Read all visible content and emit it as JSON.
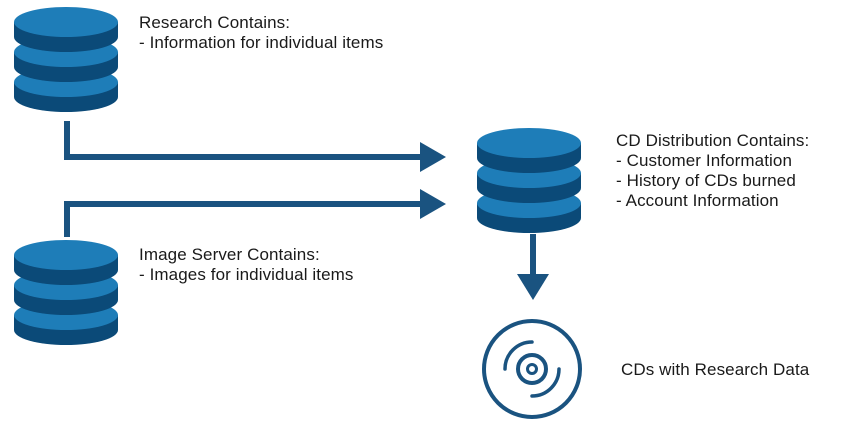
{
  "colors": {
    "db_dark": "#0b4a78",
    "db_light": "#1e7db8",
    "line": "#1a5380",
    "cd": "#1a5380"
  },
  "icons": [
    "database-icon",
    "database-icon",
    "database-icon",
    "cd-icon",
    "arrow-right-icon",
    "arrow-down-icon"
  ],
  "research": {
    "title": "Research Contains:",
    "items": [
      "- Information for individual items"
    ]
  },
  "image_server": {
    "title": "Image Server Contains:",
    "items": [
      "- Images for individual items"
    ]
  },
  "cd_distribution": {
    "title": "CD Distribution Contains:",
    "items": [
      "- Customer Information",
      "- History of CDs burned",
      "- Account Information"
    ]
  },
  "cds": {
    "label": "CDs with Research Data"
  }
}
